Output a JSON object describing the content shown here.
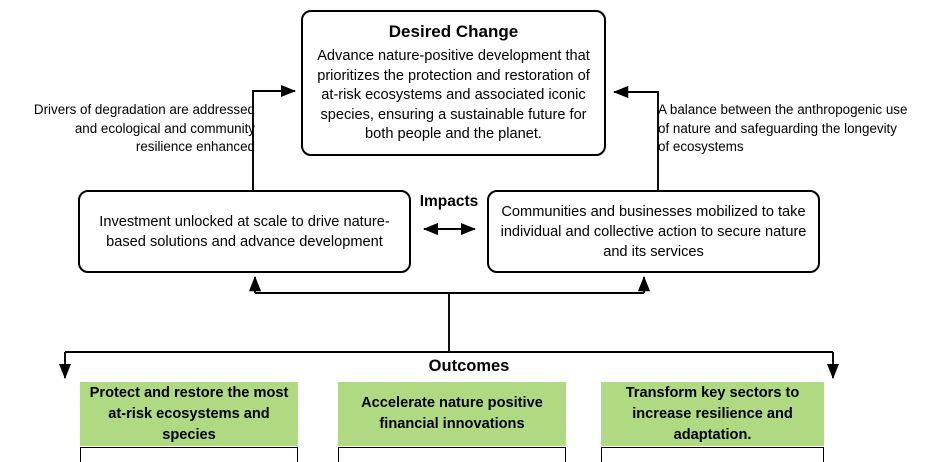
{
  "diagram": {
    "title": "Theory of Change diagram",
    "accent_green": "#b0da82",
    "line_color": "#000000",
    "background": "#ffffff"
  },
  "desired_change": {
    "heading": "Desired Change",
    "body": "Advance nature-positive development that prioritizes the protection and restoration of at-risk ecosystems and associated iconic species, ensuring a sustainable future for both people and the planet."
  },
  "notes": {
    "left": "Drivers of degradation are addressed and ecological and community resilience enhanced",
    "right": "A balance between the anthropogenic use of nature and safeguarding the longevity of ecosystems"
  },
  "impacts": {
    "label": "Impacts",
    "items": [
      {
        "text": "Investment unlocked at scale to drive nature-based solutions and advance development"
      },
      {
        "text": "Communities and businesses mobilized to take individual and collective action to secure nature and its services"
      }
    ]
  },
  "outcomes": {
    "label": "Outcomes",
    "items": [
      {
        "text": "Protect and restore the most at-risk ecosystems and species"
      },
      {
        "text": "Accelerate nature positive financial innovations"
      },
      {
        "text": "Transform key sectors to increase resilience and adaptation."
      }
    ]
  }
}
